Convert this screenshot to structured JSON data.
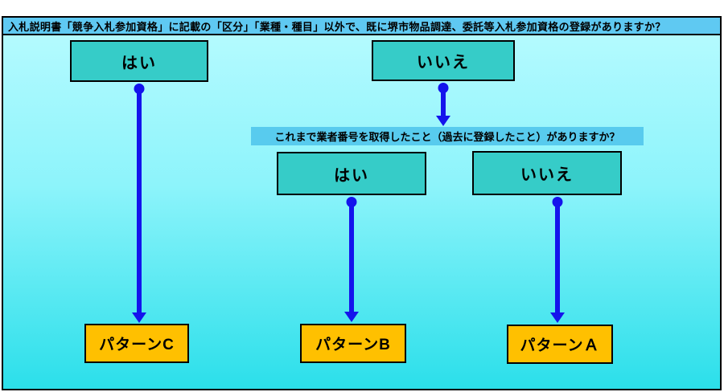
{
  "diagram": {
    "title_question": "入札説明書「競争入札参加資格」に記載の「区分」「業種・種目」以外で、既に堺市物品調達、委託等入札参加資格の登録がありますか？",
    "sub_question": "これまで業者番号を取得したこと（過去に登録したこと）がありますか？",
    "nodes": {
      "root_yes": "はい",
      "root_no": "いいえ",
      "sub_yes": "はい",
      "sub_no": "いいえ",
      "pattern_c": "パターンC",
      "pattern_b": "パターンB",
      "pattern_a": "パターンＡ"
    },
    "colors": {
      "header_bar": "#5fc9f2",
      "sub_question_bar": "#58cbee",
      "decision_box": "#36ccc8",
      "pattern_box": "#ffc000",
      "arrow": "#1414ec",
      "background_gradient_top": "#b8fbff",
      "background_gradient_bottom": "#2bdfea",
      "border": "#000000"
    }
  }
}
